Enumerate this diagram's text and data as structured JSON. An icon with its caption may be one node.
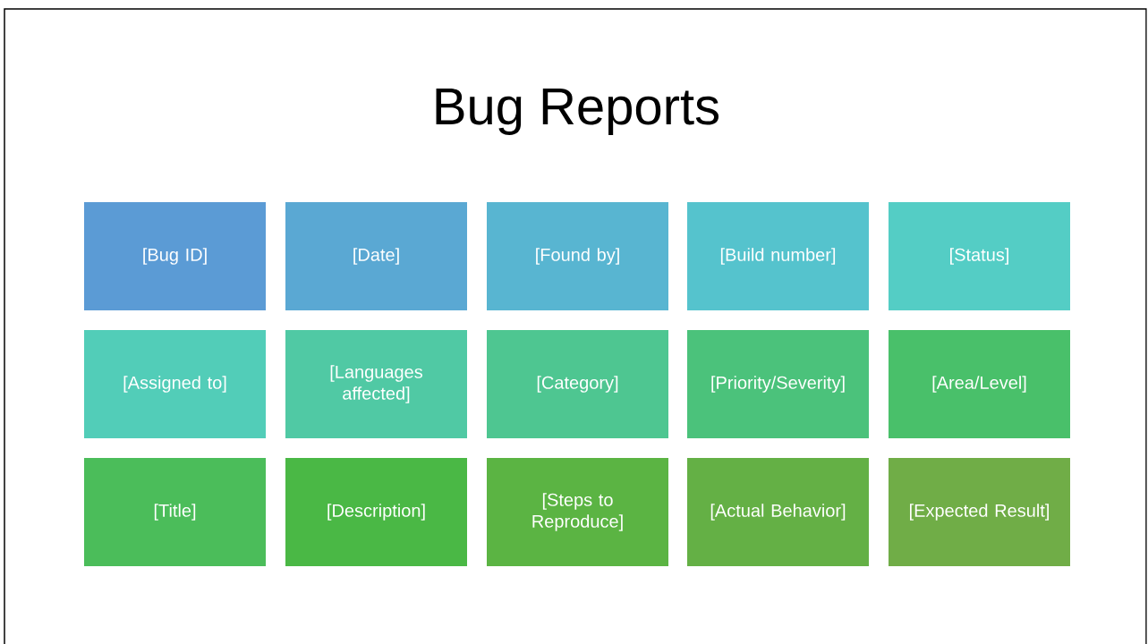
{
  "diagram": {
    "title": "Bug Reports",
    "nodes": [
      {
        "text": [
          "[Bug ID]"
        ]
      },
      {
        "text": [
          "[Date]"
        ]
      },
      {
        "text": [
          "[Found by]"
        ]
      },
      {
        "text": [
          "[Build number]"
        ]
      },
      {
        "text": [
          "[Status]"
        ]
      },
      {
        "text": [
          "[Assigned to]"
        ]
      },
      {
        "text": [
          "[Languages affected]"
        ]
      },
      {
        "text": [
          "[Category]"
        ]
      },
      {
        "text": [
          "[Priority/Severity]"
        ]
      },
      {
        "text": [
          "[Area/Level]"
        ]
      },
      {
        "text": [
          "[Title]"
        ]
      },
      {
        "text": [
          "[Description]"
        ]
      },
      {
        "text": [
          "[Steps to Reproduce]"
        ]
      },
      {
        "text": [
          "[Actual Behavior]"
        ]
      },
      {
        "text": [
          "[Expected Result]"
        ]
      }
    ]
  }
}
